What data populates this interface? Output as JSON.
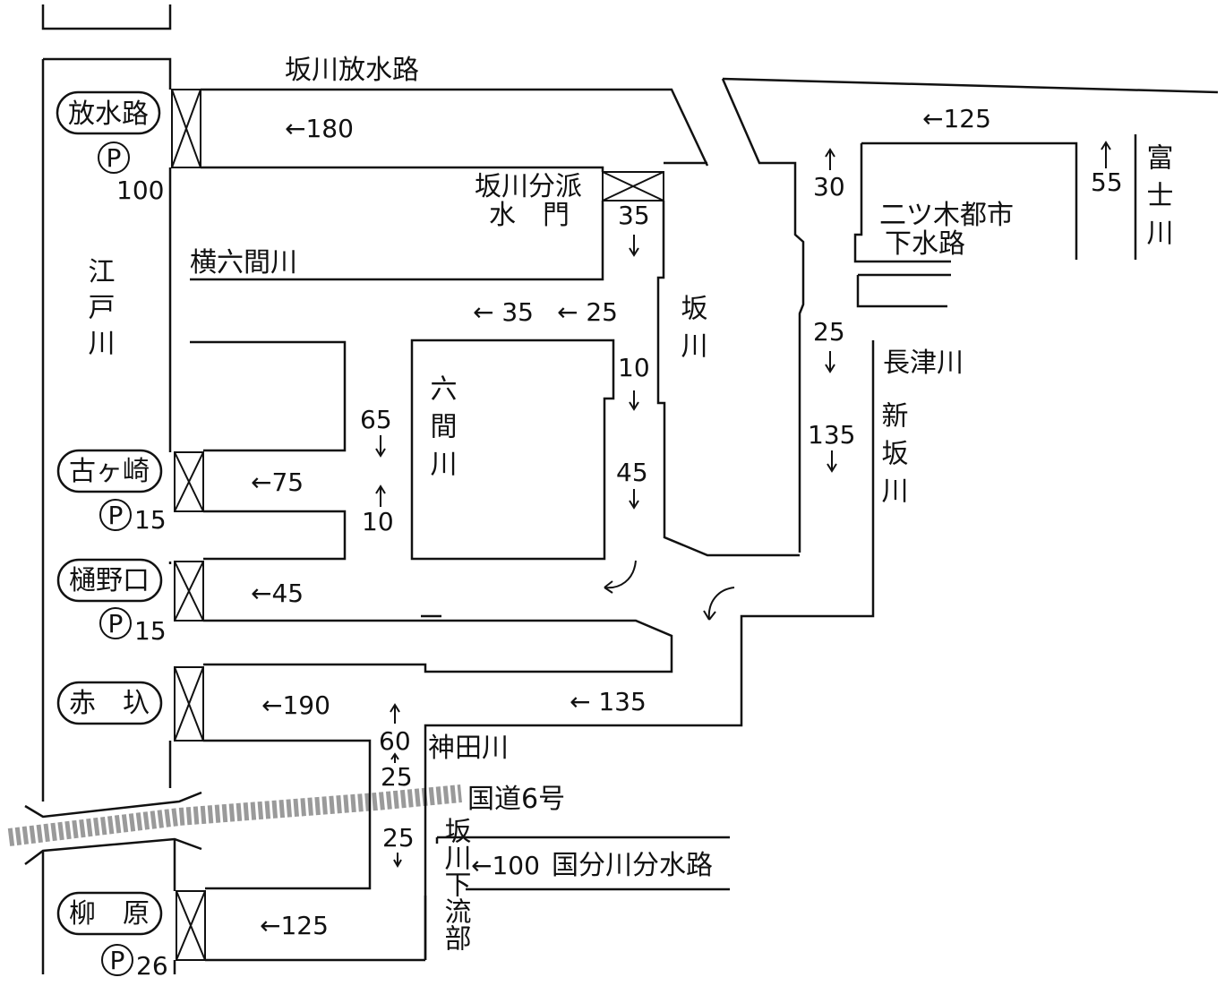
{
  "rivers": {
    "edogawa": "江戸川",
    "sakagawa_hosuiro": "坂川放水路",
    "yokorokkengawa": "横六間川",
    "rokkengawa": "六間川",
    "sakagawa": "坂川",
    "futatsugi": "二ツ木都市下水路",
    "futatsugi_l1": "二ツ木都市",
    "futatsugi_l2": "下水路",
    "fujigawa": "富士川",
    "nagatsugawa": "長津川",
    "shinsakagawa": "新坂川",
    "kandagawa": "神田川",
    "kokudo6": "国道6号",
    "sakagawa_karyubu": "坂川下流部",
    "kokubun_bunsuiro": "国分川分水路",
    "bunpa_suimon": "坂川分派水門",
    "bunpa_l1": "坂川分派",
    "bunpa_l2": "水　門"
  },
  "stations": [
    {
      "name": "放水路",
      "pump": "P",
      "capacity": "100"
    },
    {
      "name": "古ヶ崎",
      "pump": "P",
      "capacity": "15"
    },
    {
      "name": "樋野口",
      "pump": "P",
      "capacity": "15"
    },
    {
      "name": "赤　圦",
      "pump": "",
      "capacity": ""
    },
    {
      "name": "柳　原",
      "pump": "P",
      "capacity": "26"
    }
  ],
  "flows": {
    "f180": "←180",
    "f125_top": "←125",
    "f55": "55",
    "f30": "30",
    "f35_gate": "35",
    "f35_mid": "← 35",
    "f25_mid": "← 25",
    "f10_top": "10",
    "f25_right": "25",
    "f65": "65",
    "f75": "←75",
    "f10_low": "10",
    "f45_right": "45",
    "f135_right": "135",
    "f45_left": "←45",
    "f190": "←190",
    "f135_low": "← 135",
    "f60": "60",
    "f25_a": "25",
    "f25_b": "25",
    "f100": "←100",
    "f125_low": "←125"
  }
}
